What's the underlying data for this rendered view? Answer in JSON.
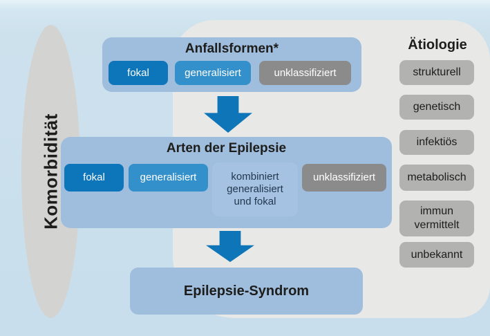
{
  "comorbidity": {
    "label": "Komorbidität"
  },
  "flow": {
    "seizure_forms": {
      "title": "Anfallsformen*",
      "items": [
        {
          "label": "fokal",
          "color": "#0d75b9"
        },
        {
          "label": "generalisiert",
          "color": "#3390cb"
        },
        {
          "label": "unklassifiziert",
          "color": "#8b8b8b"
        }
      ]
    },
    "epilepsy_types": {
      "title": "Arten der Epilepsie",
      "items": [
        {
          "label": "fokal",
          "color": "#0d75b9"
        },
        {
          "label": "generalisiert",
          "color": "#3390cb"
        },
        {
          "label": "kombiniert generalisiert und fokal",
          "color": "#a6c2e2"
        },
        {
          "label": "unklassifiziert",
          "color": "#8b8b8b"
        }
      ]
    },
    "syndrome": {
      "title": "Epilepsie-Syndrom"
    }
  },
  "etiology": {
    "title": "Ätiologie",
    "items": [
      {
        "label": "strukturell"
      },
      {
        "label": "genetisch"
      },
      {
        "label": "infektiös"
      },
      {
        "label": "metabolisch"
      },
      {
        "label": "immun vermittelt"
      },
      {
        "label": "unbekannt"
      }
    ]
  },
  "palette": {
    "background_blue": "#cde1ed",
    "panel_gray": "#e8e8e6",
    "ellipse_gray": "#d3d3d1",
    "container_blue": "#9fbddd",
    "chip_dark_blue": "#0d75b9",
    "chip_mid_blue": "#3390cb",
    "chip_light_blue": "#a6c2e2",
    "chip_gray": "#8b8b8b",
    "etiology_gray": "#b2b2b0",
    "arrow_blue": "#0e76b8",
    "text_dark": "#1d1d1b"
  }
}
